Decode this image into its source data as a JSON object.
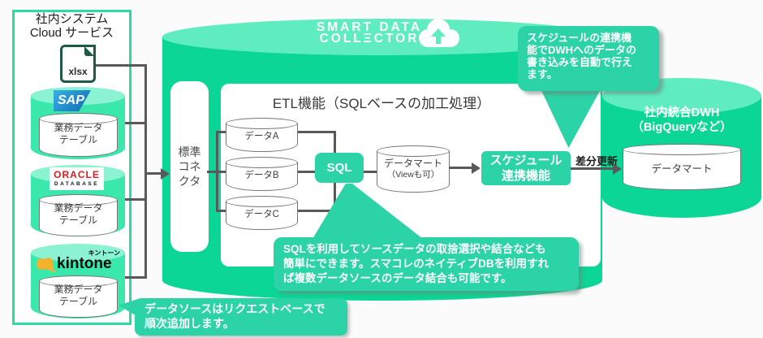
{
  "source_panel": {
    "title": [
      "社内システム",
      "Cloud サービス"
    ],
    "xlsx_label": "xlsx",
    "sap": {
      "logo": "SAP",
      "table": [
        "業務データ",
        "テーブル"
      ]
    },
    "oracle": {
      "logo_line1": "ORACLE",
      "logo_line2": "DATABASE",
      "table": [
        "業務データ",
        "テーブル"
      ]
    },
    "kintone": {
      "logo": "kintone",
      "logo_ruby": "キントーン",
      "table": [
        "業務データ",
        "テーブル"
      ]
    }
  },
  "collector": {
    "logo": [
      "SMART DATA",
      "COLLΞCTOR"
    ],
    "connector": [
      "標準",
      "コネ",
      "クタ"
    ],
    "etl_title": "ETL機能（SQLベースの加工処理）",
    "data_cylinders": [
      "データA",
      "データB",
      "データC"
    ],
    "sql_label": "SQL",
    "datamart": [
      "データマート",
      "（Viewも可）"
    ],
    "schedule": [
      "スケジュール",
      "連携機能"
    ]
  },
  "dwh": {
    "title": [
      "社内統合DWH",
      "（BigQueryなど）"
    ],
    "datamart": "データマート",
    "diff_update_label": "差分更新"
  },
  "callouts": {
    "schedule_note": [
      "スケジュールの連携機",
      "能でDWHへのデータの",
      "書き込みを自動で行え",
      "ます。"
    ],
    "sql_note": [
      "SQLを利用してソースデータの取捨選択や結合なども",
      "簡単にできます。スマコレのネイティブDBを利用すれ",
      "ば複数データソースのデータ結合も可能です。"
    ],
    "datasource_note": [
      "データソースはリクエストベースで",
      "順次追加します。"
    ]
  },
  "colors": {
    "cylinder_body_green": "#0bd695",
    "cylinder_top_green": "#5fedc0",
    "source_cylinder_body": "#3ae8ac",
    "source_cylinder_top": "#8bf3d2",
    "teal_accent": "#2bd3a6",
    "line_dark": "#595959",
    "panel_border_green": "#2bdb9f",
    "oracle_red": "#e21a22",
    "sap_blue": "#0e6ab0",
    "kintone_yellow": "#f3b229",
    "xlsx_dark_green": "#1d5a45"
  }
}
